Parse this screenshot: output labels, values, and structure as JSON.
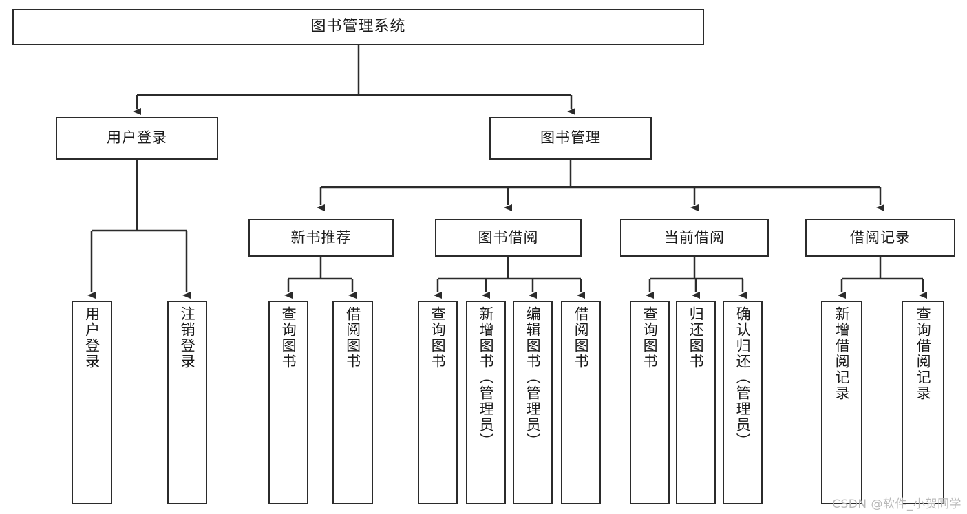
{
  "diagram": {
    "title": "图书管理系统",
    "type": "tree-hierarchy",
    "watermark": "CSDN @软件_小贺同学",
    "colors": {
      "border": "#2b2b2b",
      "background": "#ffffff",
      "text": "#1a1a1a",
      "edge": "#2b2b2b",
      "watermark": "#b9b9b9"
    },
    "nodes": {
      "root": {
        "label": "图书管理系统"
      },
      "level2": [
        {
          "id": "user-login",
          "label": "用户登录"
        },
        {
          "id": "book-manage",
          "label": "图书管理"
        }
      ],
      "level3": [
        {
          "id": "new-book-rec",
          "label": "新书推荐"
        },
        {
          "id": "book-borrow",
          "label": "图书借阅"
        },
        {
          "id": "current-borrow",
          "label": "当前借阅"
        },
        {
          "id": "borrow-record",
          "label": "借阅记录"
        }
      ],
      "leaves": {
        "user_login": [
          {
            "id": "leaf-user-login",
            "label": "用户登录"
          },
          {
            "id": "leaf-logout",
            "label": "注销登录"
          }
        ],
        "new_book_rec": [
          {
            "id": "leaf-query-book-1",
            "label": "查询图书"
          },
          {
            "id": "leaf-borrow-book-1",
            "label": "借阅图书"
          }
        ],
        "book_borrow": [
          {
            "id": "leaf-query-book-2",
            "label": "查询图书"
          },
          {
            "id": "leaf-add-book",
            "label": "新增图书（管理员）"
          },
          {
            "id": "leaf-edit-book",
            "label": "编辑图书（管理员）"
          },
          {
            "id": "leaf-borrow-book-2",
            "label": "借阅图书"
          }
        ],
        "current_borrow": [
          {
            "id": "leaf-query-book-3",
            "label": "查询图书"
          },
          {
            "id": "leaf-return-book",
            "label": "归还图书"
          },
          {
            "id": "leaf-confirm-return",
            "label": "确认归还（管理员）"
          }
        ],
        "borrow_record": [
          {
            "id": "leaf-add-record",
            "label": "新增借阅记录"
          },
          {
            "id": "leaf-query-record",
            "label": "查询借阅记录"
          }
        ]
      }
    }
  }
}
